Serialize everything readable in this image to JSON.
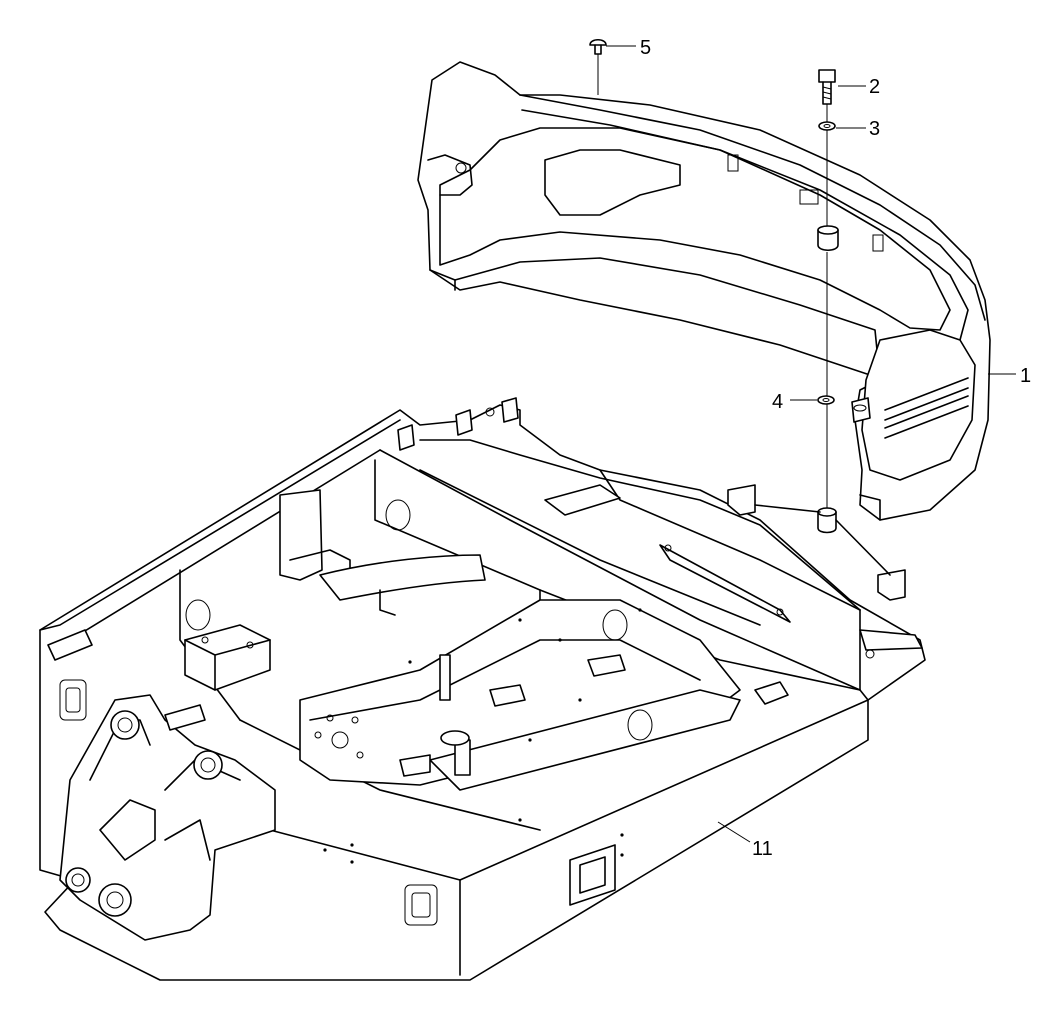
{
  "diagram": {
    "callouts": [
      {
        "id": "c1",
        "label": "1"
      },
      {
        "id": "c2",
        "label": "2"
      },
      {
        "id": "c3",
        "label": "3"
      },
      {
        "id": "c4",
        "label": "4"
      },
      {
        "id": "c5",
        "label": "5"
      },
      {
        "id": "c11",
        "label": "11"
      }
    ]
  }
}
